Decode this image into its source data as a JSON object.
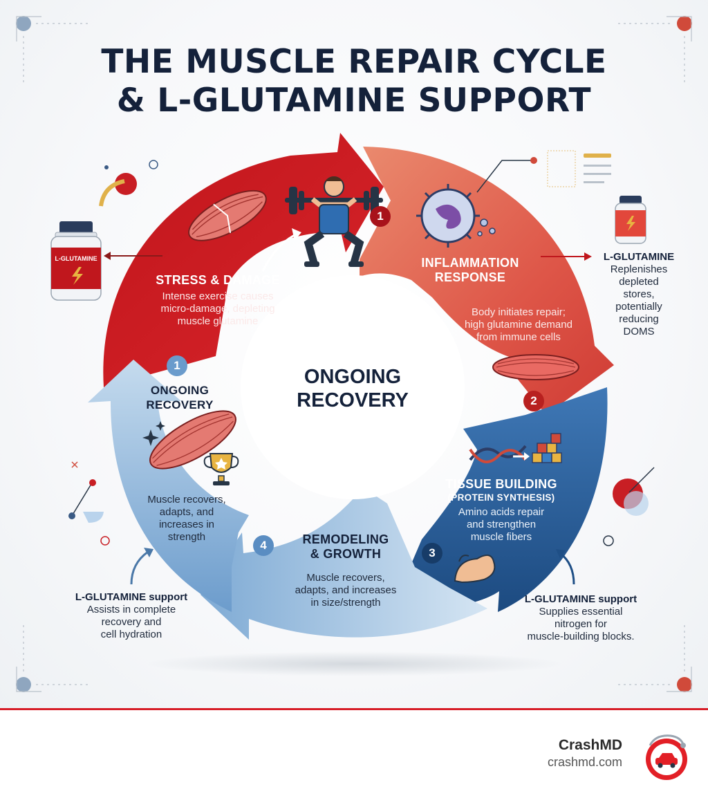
{
  "title": {
    "line1": "THE MUSCLE REPAIR CYCLE",
    "line2": "& L-GLUTAMINE SUPPORT"
  },
  "center": {
    "line1": "ONGOING",
    "line2": "RECOVERY"
  },
  "stages": {
    "stress": {
      "number": "1",
      "heading": "STRESS & DAMAGE",
      "body_l1": "Intense exercise causes",
      "body_l2": "micro-damage, depleting",
      "body_l3": "muscle glutamine"
    },
    "inflammation": {
      "number": "1",
      "heading_l1": "INFLAMMATION",
      "heading_l2": "RESPONSE",
      "body_l1": "Body initiates repair;",
      "body_l2": "high glutamine demand",
      "body_l3": "from immune cells",
      "number2": "2"
    },
    "tissue": {
      "number": "3",
      "heading_l1": "TISSUE BUILDING",
      "heading_l2": "(PROTEIN SYNTHESIS)",
      "body_l1": "Amino acids repair",
      "body_l2": "and strengthen",
      "body_l3": "muscle fibers"
    },
    "remodeling": {
      "number": "4",
      "heading_l1": "REMODELING",
      "heading_l2": "& GROWTH",
      "body_l1": "Muscle recovers,",
      "body_l2": "adapts, and increases",
      "body_l3": "in size/strength"
    },
    "ongoing": {
      "number": "1",
      "heading_l1": "ONGOING",
      "heading_l2": "RECOVERY",
      "body_l1": "Muscle recovers,",
      "body_l2": "adapts, and",
      "body_l3": "increases in",
      "body_l4": "strength"
    }
  },
  "callouts": {
    "bottle_label": "L-GLUTAMINE",
    "right": {
      "heading": "L-GLUTAMINE",
      "l1": "Replenishes",
      "l2": "depleted",
      "l3": "stores,",
      "l4": "potentially",
      "l5": "reducing",
      "l6": "DOMS"
    },
    "bottom_left": {
      "heading": "L-GLUTAMINE support",
      "l1": "Assists in complete",
      "l2": "recovery and",
      "l3": "cell hydration"
    },
    "bottom_right": {
      "heading": "L-GLUTAMINE support",
      "l1": "Supplies essential",
      "l2": "nitrogen for",
      "l3": "muscle-building blocks."
    }
  },
  "brand": {
    "name": "CrashMD",
    "url": "crashmd.com"
  },
  "colors": {
    "red_dark": "#b8151c",
    "red": "#d42a2a",
    "coral": "#e06a5a",
    "blue_dark": "#1f4f86",
    "blue": "#5b8fc6",
    "blue_light": "#c6dcef",
    "navy": "#14213a"
  }
}
